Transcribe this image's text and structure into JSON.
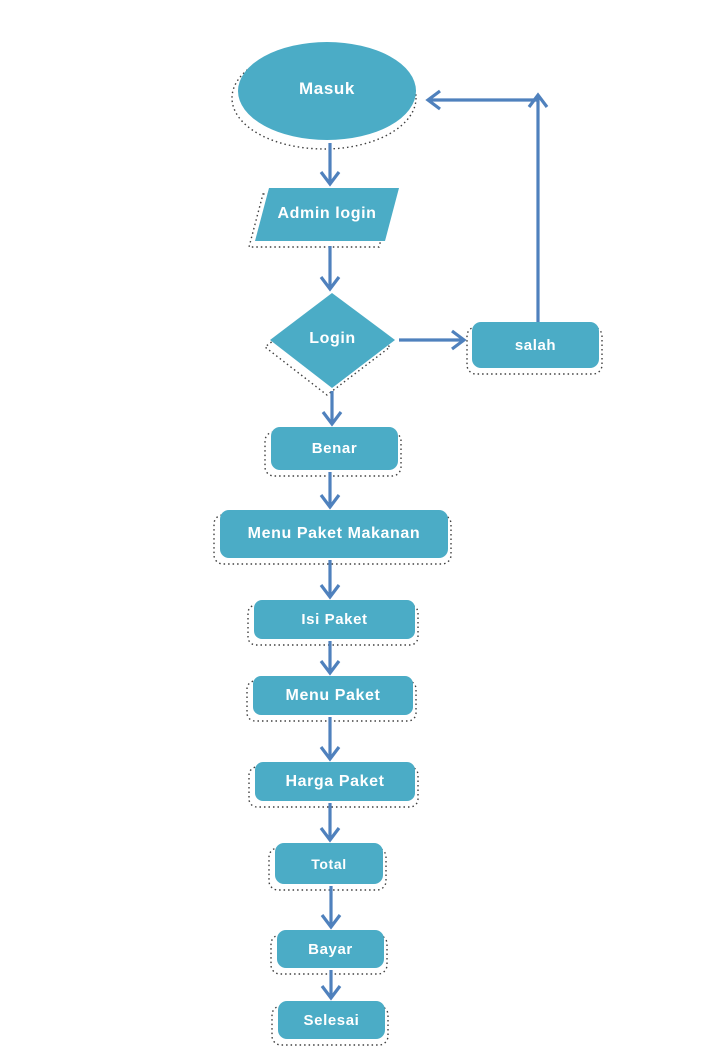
{
  "diagram": {
    "type": "flowchart",
    "shape_fill_color": "#4BACC6",
    "arrow_color": "#4F81BD",
    "shadow_color": "#404040",
    "label_text_color": "#ffffff",
    "nodes": {
      "masuk": {
        "label": "Masuk",
        "shape": "ellipse"
      },
      "admin_login": {
        "label": "Admin login",
        "shape": "parallelogram"
      },
      "login": {
        "label": "Login",
        "shape": "diamond"
      },
      "salah": {
        "label": "salah",
        "shape": "rounded-rectangle"
      },
      "benar": {
        "label": "Benar",
        "shape": "rounded-rectangle"
      },
      "menu_paket_makanan": {
        "label": "Menu Paket Makanan",
        "shape": "rounded-rectangle"
      },
      "isi_paket": {
        "label": "Isi Paket",
        "shape": "rounded-rectangle"
      },
      "menu_paket": {
        "label": "Menu Paket",
        "shape": "rounded-rectangle"
      },
      "harga_paket": {
        "label": "Harga Paket",
        "shape": "rounded-rectangle"
      },
      "total": {
        "label": "Total",
        "shape": "rounded-rectangle"
      },
      "bayar": {
        "label": "Bayar",
        "shape": "rounded-rectangle"
      },
      "selesai": {
        "label": "Selesai",
        "shape": "rounded-rectangle"
      }
    },
    "edges": [
      {
        "from": "masuk",
        "to": "admin_login"
      },
      {
        "from": "admin_login",
        "to": "login"
      },
      {
        "from": "login",
        "to": "salah"
      },
      {
        "from": "salah",
        "to": "masuk"
      },
      {
        "from": "login",
        "to": "benar"
      },
      {
        "from": "benar",
        "to": "menu_paket_makanan"
      },
      {
        "from": "menu_paket_makanan",
        "to": "isi_paket"
      },
      {
        "from": "isi_paket",
        "to": "menu_paket"
      },
      {
        "from": "menu_paket",
        "to": "harga_paket"
      },
      {
        "from": "harga_paket",
        "to": "total"
      },
      {
        "from": "total",
        "to": "bayar"
      },
      {
        "from": "bayar",
        "to": "selesai"
      }
    ]
  }
}
